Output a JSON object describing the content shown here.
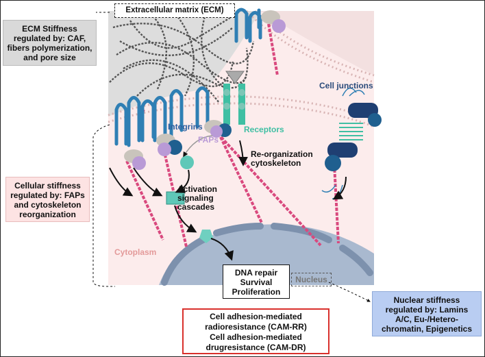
{
  "ecm_title": "Extracellular matrix (ECM)",
  "ecm_stiffness": [
    "ECM Stiffness",
    "regulated by: CAF,",
    "fibers polymerization,",
    "and pore size"
  ],
  "cellular_stiffness": [
    "Cellular stiffness",
    "regulated by: FAPs",
    "and cytoskeleton",
    "reorganization"
  ],
  "nuclear_stiffness": [
    "Nuclear stiffness",
    "regulated by: Lamins",
    "A/C, Eu-/Hetero-",
    "chromatin, Epigenetics"
  ],
  "labels": {
    "integrins": "Integrins",
    "receptors": "Receptors",
    "faps": "FAPs",
    "cell_junctions": "Cell junctions",
    "reorg": [
      "Re-organization",
      "cytoskeleton"
    ],
    "activation": [
      "Activation",
      "signaling",
      "cascades"
    ],
    "cytoplasm": "Cytoplasm",
    "nucleus": "Nucleus"
  },
  "dna_box": [
    "DNA repair",
    "Survival",
    "Proliferation"
  ],
  "resistance_box": [
    "Cell adhesion-mediated",
    "radioresistance (CAM-RR)",
    "Cell adhesion-mediated",
    "drugresistance (CAM-DR)"
  ],
  "colors": {
    "ecm_box_bg": "#d9d9d9",
    "cellular_box_bg": "#fde3e3",
    "nuclear_box_bg": "#b9cdf2",
    "resistance_border": "#d9302c",
    "integrin_blue": "#2f7fb4",
    "receptor_teal": "#3fbfa3",
    "fap_purple": "#b99ad6",
    "cytoskeleton_pink": "#d9497e",
    "cytoplasm_pink": "#fcecec",
    "nucleus_blue": "#a9b9cf"
  }
}
